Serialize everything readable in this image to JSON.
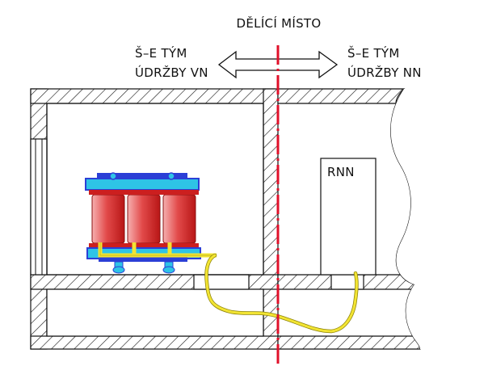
{
  "labels": {
    "dividing_point": "DĚLÍCÍ MÍSTO",
    "hv_team_line1": "Š–E TÝM",
    "hv_team_line2": "ÚDRŽBY VN",
    "lv_team_line1": "Š–E TÝM",
    "lv_team_line2": "ÚDRŽBY NN",
    "rnn": "RNN"
  },
  "colors": {
    "outline": "#111111",
    "dividing_line": "#e0102a",
    "cable": "#f2e433",
    "transformer_frame": "#2b3fd6",
    "transformer_beam": "#2ec4e6",
    "coil_light": "#f6b0b0",
    "coil_dark": "#cc1f1f",
    "busbar": "#f2e433"
  }
}
